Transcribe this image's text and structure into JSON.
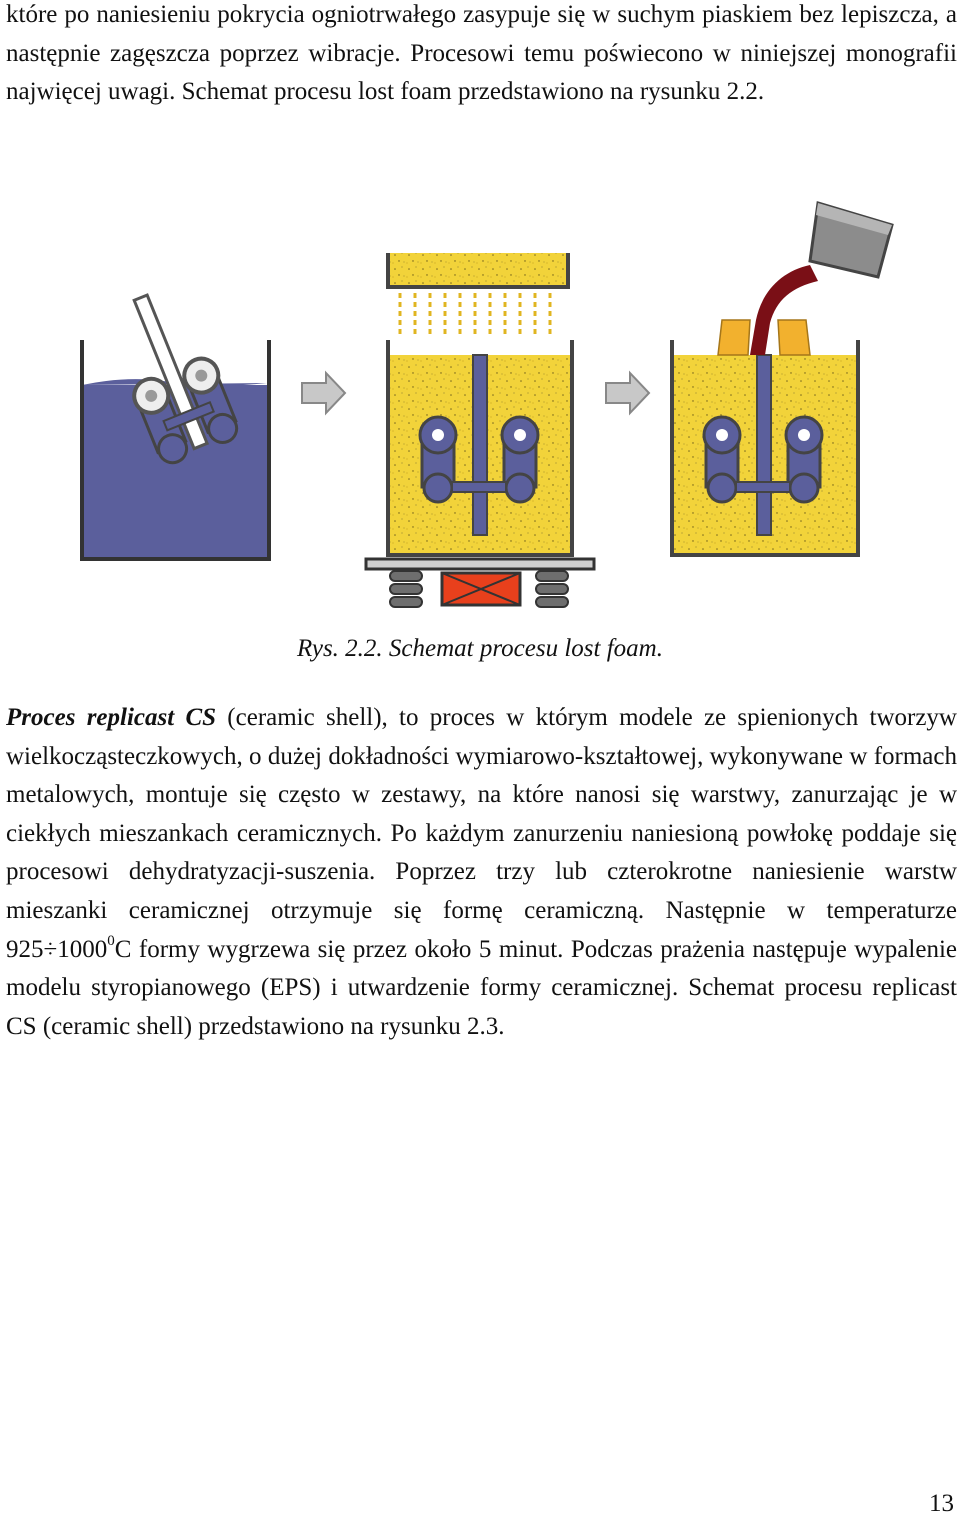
{
  "paragraph1": {
    "text": "które po naniesieniu pokrycia ogniotrwałego zasypuje się w suchym piaskiem bez lepiszcza, a następnie zagęszcza poprzez wibracje. Procesowi temu poświecono w niniejszej monografii najwięcej uwagi. Schemat procesu lost foam przedstawiono na rysunku 2.2."
  },
  "figure": {
    "caption": "Rys. 2.2. Schemat procesu lost foam.",
    "colors": {
      "coating_bath": "#5b5f9c",
      "sand": "#f2d33a",
      "pattern": "#5b5f9c",
      "molten_metal": "#7a0f16",
      "ladle": "#8c8c8c",
      "vibrator": "#e8401c",
      "arrow": "#c8c8c8"
    }
  },
  "paragraph2": {
    "lead": "Proces replicast CS",
    "text_before_sup": " (ceramic shell), to proces w którym modele ze spienionych tworzyw wielkocząsteczkowych, o dużej dokładności wymiarowo-kształtowej, wykonywane w formach metalowych, montuje się często w zestawy, na które nanosi się warstwy, zanurzając je w ciekłych mieszankach ceramicznych. Po każdym zanurzeniu naniesioną powłokę poddaje się procesowi dehydratyzacji-suszenia. Poprzez trzy lub czterokrotne naniesienie warstw mieszanki ceramicznej otrzymuje się formę ceramiczną. Następnie w temperaturze 925÷1000",
    "sup": "0",
    "text_after_sup": "C formy wygrzewa się przez około 5 minut. Podczas prażenia następuje wypalenie modelu styropianowego (EPS) i utwardzenie formy ceramicznej. Schemat procesu replicast CS (ceramic shell) przedstawiono na rysunku 2.3."
  },
  "page_number": "13"
}
